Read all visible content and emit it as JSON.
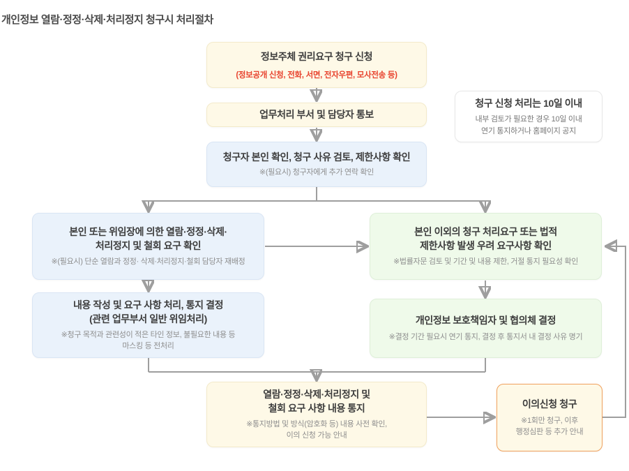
{
  "page_title": "개인정보 열람·정정·삭제·처리정지 청구시 처리절차",
  "colors": {
    "background": "#FFFFFF",
    "cream_box": "#FEF9E7",
    "blue_box": "#EAF2FB",
    "green_box": "#EFFAEA",
    "red_accent": "#E8432E",
    "orange_border": "#F0A05C",
    "arrow": "#9E9E9E"
  },
  "flow": {
    "step1": {
      "title": "정보주체 권리요구 청구 신청",
      "subtitle": "(정보공개 신청, 전화, 서면, 전자우편, 모사전송 등)"
    },
    "step2": {
      "title": "업무처리 부서 및 담당자 통보"
    },
    "note": {
      "title": "청구 신청 처리는 10일 이내",
      "line1": "내부 검토가 필요한 경우 10일 이내",
      "line2": "연기 통지하거나 홈페이지 공지"
    },
    "step3": {
      "title": "청구자 본인 확인, 청구 사유 검토, 제한사항 확인",
      "subtitle": "※(필요시) 청구자에게 추가 연락 확인"
    },
    "left1": {
      "title_line1": "본인 또는 위임장에 의한 열람·정정·삭제·",
      "title_line2": "처리정지 및 철회 요구 확인",
      "subtitle": "※(필요시) 단순 열람과 정정· 삭제·처리정지·철회 담당자 재배정"
    },
    "right1": {
      "title_line1": "본인 이외의 청구 처리요구 또는 법적",
      "title_line2": "제한사항 발생 우려 요구사항 확인",
      "subtitle": "※법률자문 검토 및 기간 및 내용 제한, 거절 통지 필요성 확인"
    },
    "left2": {
      "title_line1": "내용 작성 및 요구 사항 처리, 통지 결정",
      "title_line2": "(관련 업무부서 일반 위임처리)",
      "sub_line1": "※청구 목적과 관련성이 적은 타인 정보, 불필요한 내용 등",
      "sub_line2": "마스킹 등 전처리"
    },
    "right2": {
      "title": "개인정보 보호책임자 및  협의체 결정",
      "subtitle": "※결정 기간 필요시 연기 통지, 결정 후 통지서 내 결정 사유 명기"
    },
    "bottom": {
      "title_line1": "열람·정정·삭제·처리정지 및",
      "title_line2": "철회 요구 사항 내용 통지",
      "sub_line1": "※통지방법 및 방식(암호화 등) 내용 사전 확인,",
      "sub_line2": "이의 신청 가능 안내"
    },
    "objection": {
      "title": "이의신청 청구",
      "sub_line1": "※1회만 청구, 이후",
      "sub_line2": "행정심판 등 추가 안내"
    }
  }
}
